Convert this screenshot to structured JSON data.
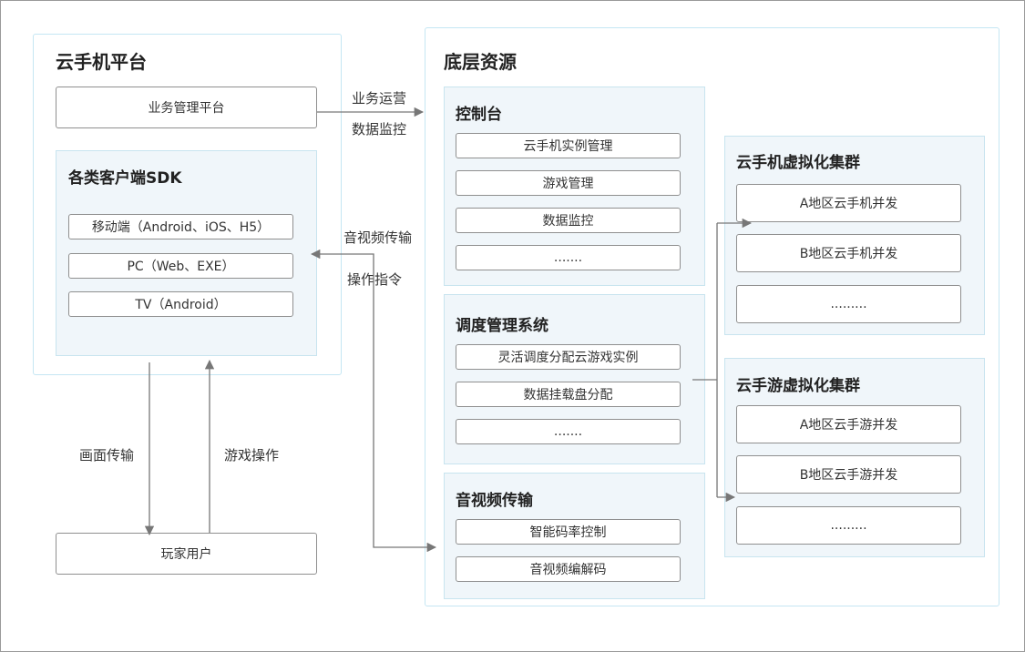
{
  "cloud_platform": {
    "title": "云手机平台",
    "business_platform": "业务管理平台",
    "sdk": {
      "title": "各类客户端SDK",
      "items": [
        "移动端（Android、iOS、H5）",
        "PC（Web、EXE）",
        "TV（Android）"
      ]
    }
  },
  "player": "玩家用户",
  "underlying": {
    "title": "底层资源",
    "console": {
      "title": "控制台",
      "items": [
        "云手机实例管理",
        "游戏管理",
        "数据监控",
        "......."
      ]
    },
    "scheduler": {
      "title": "调度管理系统",
      "items": [
        "灵活调度分配云游戏实例",
        "数据挂载盘分配",
        "......."
      ]
    },
    "av": {
      "title": "音视频传输",
      "items": [
        "智能码率控制",
        "音视频编解码"
      ]
    },
    "phone_cluster": {
      "title": "云手机虚拟化集群",
      "items": [
        "A地区云手机并发",
        "B地区云手机并发",
        "........."
      ]
    },
    "game_cluster": {
      "title": "云手游虚拟化集群",
      "items": [
        "A地区云手游并发",
        "B地区云手游并发",
        "........."
      ]
    }
  },
  "edge_labels": {
    "business_ops": "业务运营",
    "data_monitor": "数据监控",
    "av_transfer": "音视频传输",
    "op_command": "操作指令",
    "frame_transfer": "画面传输",
    "game_operation": "游戏操作"
  },
  "colors": {
    "panel_border": "#c5e6f3",
    "group_fill": "#f0f6fa",
    "item_border": "#8f8f8f",
    "arrow": "#777777"
  }
}
